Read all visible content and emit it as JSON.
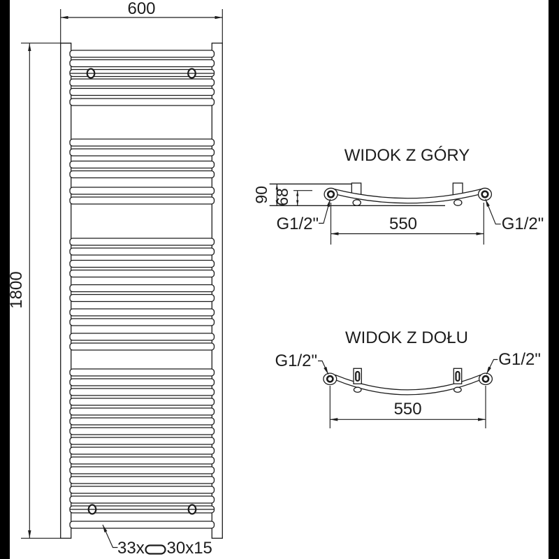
{
  "colors": {
    "background": "#ffffff",
    "line": "#1c1c1c",
    "side_bar": "#000000"
  },
  "front_view": {
    "width_dim": "600",
    "height_dim": "1800",
    "tube_label_count": "33x",
    "tube_label_size": "30x15",
    "tube_symbol": "oval-tube-profile"
  },
  "top_view": {
    "title": "WIDOK Z GÓRY",
    "depth_dim": "90",
    "inner_depth_dim": "68",
    "span_dim": "550",
    "thread_left": "G1/2\"",
    "thread_right": "G1/2\""
  },
  "bottom_view": {
    "title": "WIDOK Z DOŁU",
    "span_dim": "550",
    "thread_left": "G1/2\"",
    "thread_right": "G1/2\""
  }
}
